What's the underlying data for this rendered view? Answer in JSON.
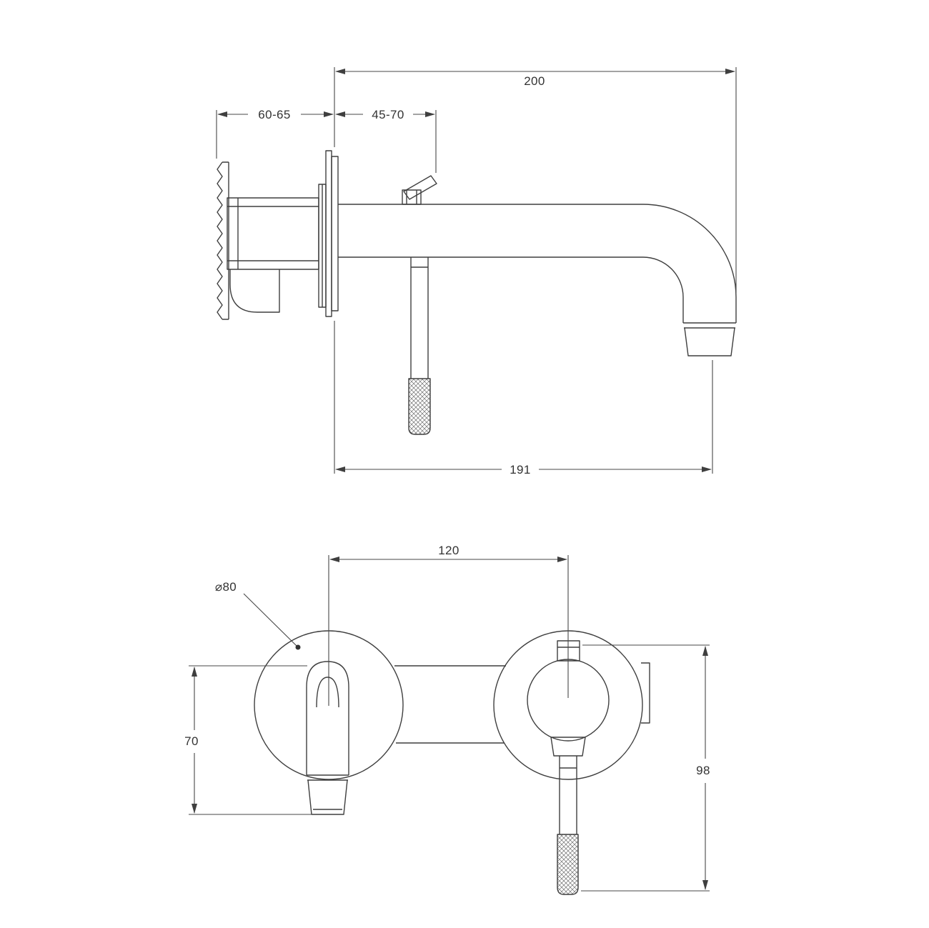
{
  "page": {
    "background": "#ffffff",
    "line_color": "#3f3f3f",
    "dim_line_color": "#474747"
  },
  "drawing": {
    "type": "technical-drawing",
    "subject": "wall-mounted basin mixer with spout, side and front views",
    "views": {
      "side": {
        "dims": {
          "spout_reach": "200",
          "concealed_depth_range": "60-65",
          "trim_depth_range": "45-70",
          "overall_projection": "191"
        }
      },
      "front": {
        "dims": {
          "centers_distance": "120",
          "plate_diameter": "⌀80",
          "spout_drop": "70",
          "handle_drop": "98"
        }
      }
    }
  }
}
